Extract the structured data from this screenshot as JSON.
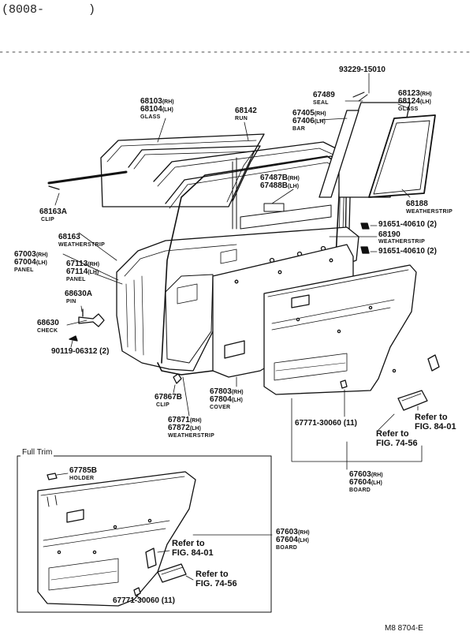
{
  "header": {
    "code": "(8008-",
    "close": ")"
  },
  "footer": {
    "code": "M8  8704-E"
  },
  "full_trim_title": "Full Trim",
  "parts": {
    "p93229": {
      "num": "93229-15010"
    },
    "p67489": {
      "num": "67489",
      "name": "SEAL"
    },
    "p68123": {
      "num": "68123",
      "side": "(RH)"
    },
    "p68124": {
      "num": "68124",
      "side": "(LH)",
      "name": "GLASS"
    },
    "p68103": {
      "num": "68103",
      "side": "(RH)"
    },
    "p68104": {
      "num": "68104",
      "side": "(LH)",
      "name": "GLASS"
    },
    "p68142": {
      "num": "68142",
      "name": "RUN"
    },
    "p67405": {
      "num": "67405",
      "side": "(RH)"
    },
    "p67406": {
      "num": "67406",
      "side": "(LH)",
      "name": "BAR"
    },
    "p67487": {
      "num": "67487B",
      "side": "(RH)"
    },
    "p67488": {
      "num": "67488B",
      "side": "(LH)"
    },
    "p68188": {
      "num": "68188",
      "name": "WEATHERSTRIP"
    },
    "p91651a": {
      "num": "91651-40610 (2)"
    },
    "p68190": {
      "num": "68190",
      "name": "WEATHERSTRIP"
    },
    "p91651b": {
      "num": "91651-40610 (2)"
    },
    "p68163A": {
      "num": "68163A",
      "name": "CLIP"
    },
    "p68163": {
      "num": "68163",
      "name": "WEATHERSTRIP"
    },
    "p67003": {
      "num": "67003",
      "side": "(RH)"
    },
    "p67004": {
      "num": "67004",
      "side": "(LH)",
      "name": "PANEL"
    },
    "p67113": {
      "num": "67113",
      "side": "(RH)"
    },
    "p67114": {
      "num": "67114",
      "side": "(LH)",
      "name": "PANEL"
    },
    "p68630A": {
      "num": "68630A",
      "name": "PIN"
    },
    "p68630": {
      "num": "68630",
      "name": "CHECK"
    },
    "p90119": {
      "num": "90119-06312 (2)"
    },
    "p67867": {
      "num": "67867B",
      "name": "CLIP"
    },
    "p67803": {
      "num": "67803",
      "side": "(RH)"
    },
    "p67804": {
      "num": "67804",
      "side": "(LH)",
      "name": "COVER"
    },
    "p67871": {
      "num": "67871",
      "side": "(RH)"
    },
    "p67872": {
      "num": "67872",
      "side": "(LH)",
      "name": "WEATHERSTRIP"
    },
    "p67771a": {
      "num": "67771-30060 (11)"
    },
    "ref1": {
      "text": "Refer to",
      "fig": "FIG. 84-01"
    },
    "ref2": {
      "text": "Refer to",
      "fig": "FIG. 74-56"
    },
    "p67603": {
      "num": "67603",
      "side": "(RH)"
    },
    "p67604": {
      "num": "67604",
      "side": "(LH)",
      "name": "BOARD"
    },
    "p67785": {
      "num": "67785B",
      "name": "HOLDER"
    },
    "p67603b": {
      "num": "67603",
      "side": "(RH)"
    },
    "p67604b": {
      "num": "67604",
      "side": "(LH)",
      "name": "BOARD"
    },
    "ref3": {
      "text": "Refer to",
      "fig": "FIG. 84-01"
    },
    "ref4": {
      "text": "Refer to",
      "fig": "FIG. 74-56"
    },
    "p67771b": {
      "num": "67771-30060 (11)"
    }
  }
}
